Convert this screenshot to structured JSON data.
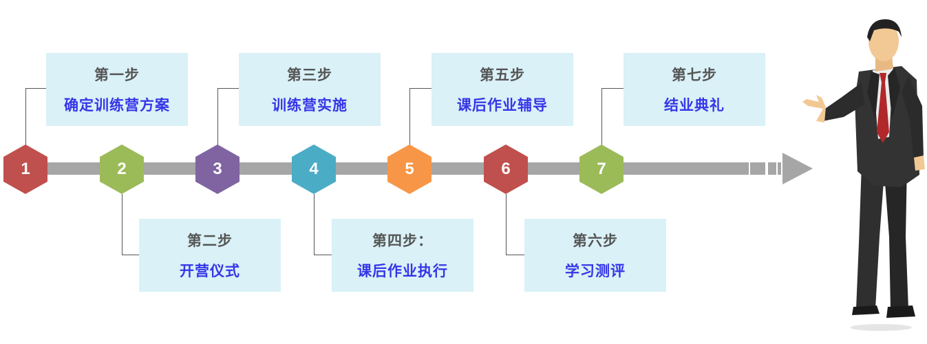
{
  "steps": [
    {
      "number": "1",
      "title": "第一步",
      "name": "确定训练营方案",
      "color": "#c0504d"
    },
    {
      "number": "2",
      "title": "第二步",
      "name": "开营仪式",
      "color": "#9bbb59"
    },
    {
      "number": "3",
      "title": "第三步",
      "name": "训练营实施",
      "color": "#8064a2"
    },
    {
      "number": "4",
      "title": "第四步：",
      "name": "课后作业执行",
      "color": "#4bacc6"
    },
    {
      "number": "5",
      "title": "第五步",
      "name": "课后作业辅导",
      "color": "#f79646"
    },
    {
      "number": "6",
      "title": "第六步",
      "name": "学习测评",
      "color": "#c0504d"
    },
    {
      "number": "7",
      "title": "第七步",
      "name": "结业典礼",
      "color": "#9bbb59"
    }
  ],
  "colors": {
    "timeline": "#a6a6a6",
    "box_background": "#d9f1f7",
    "title_text": "#555555",
    "name_text": "#3535e8"
  },
  "icons": {
    "presenter": "businessman-presenting-icon",
    "arrow": "arrow-right-icon"
  }
}
